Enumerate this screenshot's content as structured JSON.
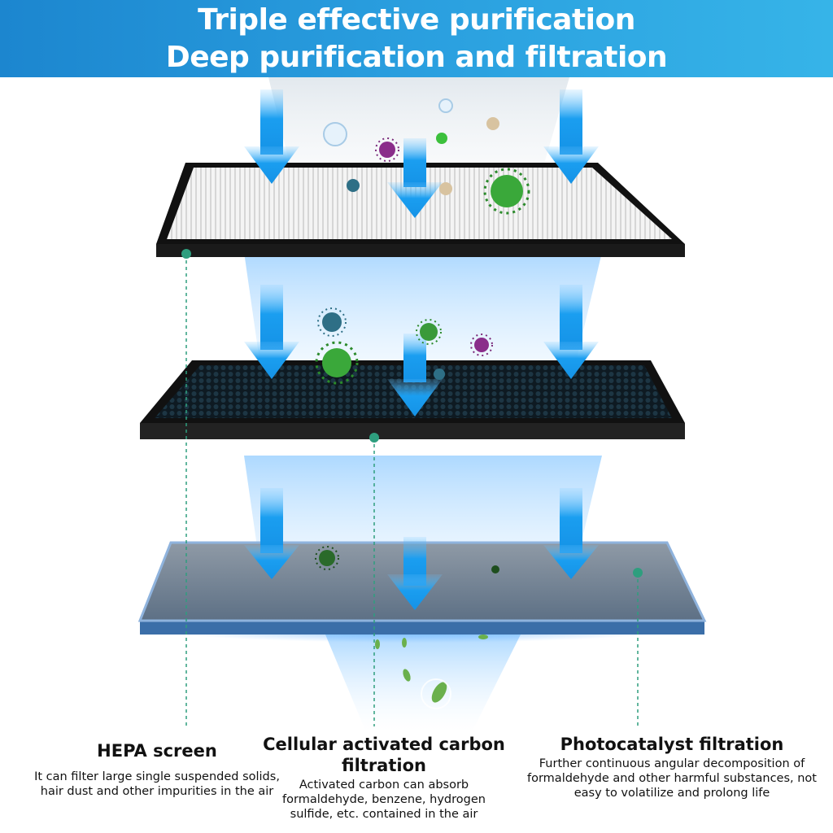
{
  "header": {
    "title_line1": "Triple effective purification",
    "title_line2": "Deep purification and filtration"
  },
  "layers": [
    {
      "title": "HEPA screen",
      "description": "It can filter large single suspended solids, hair dust and other impurities in the air"
    },
    {
      "title": "Cellular activated carbon filtration",
      "description": "Activated carbon can absorb formaldehyde, benzene, hydrogen sulfide, etc. contained in the air"
    },
    {
      "title": "Photocatalyst filtration",
      "description": "Further continuous angular decomposition of formaldehyde and other harmful substances, not easy to volatilize and prolong life"
    }
  ],
  "colors": {
    "banner_start": "#1c86cf",
    "banner_end": "#36b4e8",
    "arrow": "#1a9ef0",
    "leader_line": "#2e9e7e",
    "virus_green": "#3aa83a",
    "virus_purple": "#8a2d8a"
  }
}
